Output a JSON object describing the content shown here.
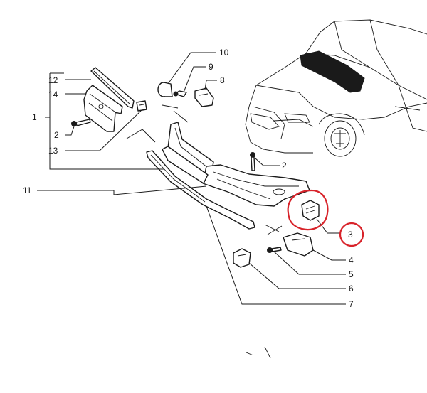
{
  "callouts": {
    "c1": "1",
    "c2a": "2",
    "c2b": "2",
    "c3": "3",
    "c4": "4",
    "c5": "5",
    "c6": "6",
    "c7": "7",
    "c8": "8",
    "c9": "9",
    "c10": "10",
    "c11": "11",
    "c12": "12",
    "c13": "13",
    "c14": "14"
  },
  "colors": {
    "line": "#1a1a1a",
    "highlight": "#d8232a",
    "background": "#ffffff"
  },
  "highlighted_part": "3"
}
